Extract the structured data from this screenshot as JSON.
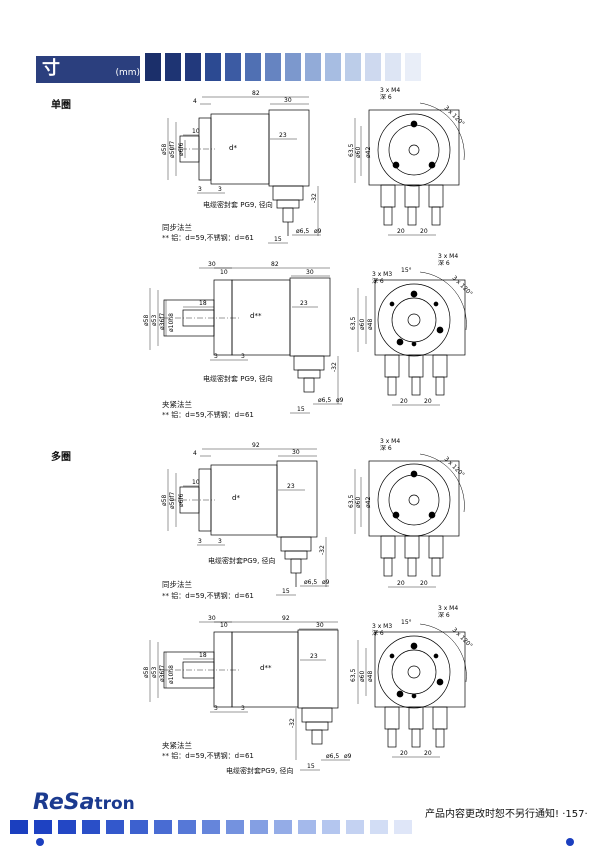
{
  "header": {
    "title": "机械尺寸",
    "unit": "(mm)",
    "bar_colors": [
      "#1b2f6a",
      "#1e3473",
      "#22397c",
      "#2c4a92",
      "#3c5ba3",
      "#5070b3",
      "#6684c1",
      "#7c98cd",
      "#92abd8",
      "#a7bde2",
      "#bccde9",
      "#ced9ef",
      "#dde5f4",
      "#e9eef8"
    ]
  },
  "sections": {
    "single": "单圈",
    "multi": "多圈"
  },
  "drawings": {
    "d1": {
      "dims": {
        "len82": "82",
        "len30": "30",
        "len4": "4",
        "len10": "10",
        "len23": "23",
        "len3a": "3",
        "len3b": "3",
        "len15": "15",
        "dia58": "ø58",
        "dia50f7": "ø50f7",
        "dia6f6": "ø6f6",
        "dstar": "d*",
        "m32": "-32",
        "dia65": "ø6,5",
        "dia9": "ø9"
      },
      "cable": "电缆密封套 PG9, 径向",
      "flange": "同步法兰",
      "note": "** 铝：d=59,不锈钢：d=61",
      "front": {
        "screws": "3 x M4",
        "depth": "深 6",
        "angle": "3 x 120°",
        "d60": "ø60",
        "d42": "ø42",
        "d635": "63,5",
        "w20a": "20",
        "w20b": "20"
      }
    },
    "d2": {
      "dims": {
        "len30": "30",
        "len82": "82",
        "len10": "10",
        "len30b": "30",
        "len18": "18",
        "len23": "23",
        "len3a": "3",
        "len3b": "3",
        "len15": "15",
        "dia58": "ø58",
        "dia53": "ø53",
        "dia36f7": "ø36f7",
        "dia10h8": "ø10h8",
        "dstar": "d**",
        "m32": "-32",
        "dia65": "ø6,5",
        "dia9": "ø9"
      },
      "cable": "电缆密封套 PG9, 径向",
      "flange": "夹紧法兰",
      "note": "** 铝：d=59,不锈钢：d=61",
      "front": {
        "screws_m3": "3 x M3",
        "depth_a": "深 6",
        "angle15": "15°",
        "screws_m4": "3 x M4",
        "depth_b": "深 6",
        "angle": "3 x 120°",
        "d60": "ø60",
        "d48": "ø48",
        "d635": "63,5",
        "w20a": "20",
        "w20b": "20"
      }
    },
    "d3": {
      "dims": {
        "len92": "92",
        "len30": "30",
        "len4": "4",
        "len10": "10",
        "len23": "23",
        "len3a": "3",
        "len3b": "3",
        "len15": "15",
        "dia58": "ø58",
        "dia50f7": "ø50f7",
        "dia6f6": "ø6f6",
        "dstar": "d*",
        "m32": "-32",
        "dia65": "ø6,5",
        "dia9": "ø9"
      },
      "cable": "电缆密封套PG9, 径向",
      "flange": "同步法兰",
      "note": "** 铝：d=59,不锈钢：d=61",
      "front": {
        "screws": "3 x M4",
        "depth": "深 6",
        "angle": "3 x 120°",
        "d60": "ø60",
        "d42": "ø42",
        "d635": "63,5",
        "w20a": "20",
        "w20b": "20"
      }
    },
    "d4": {
      "dims": {
        "len30": "30",
        "len92": "92",
        "len10": "10",
        "len30b": "30",
        "len18": "18",
        "len23": "23",
        "len3a": "3",
        "len3b": "3",
        "len15": "15",
        "dia58": "ø58",
        "dia53": "ø53",
        "dia36f7": "ø36f7",
        "dia10h8": "ø10h8",
        "dstar": "d**",
        "m32": "-32",
        "dia65": "ø6,5",
        "dia9": "ø9"
      },
      "cable": "电缆密封套PG9, 径向",
      "flange": "夹紧法兰",
      "note": "** 铝：d=59,不锈钢：d=61",
      "front": {
        "screws_m3": "3 x M3",
        "depth_a": "深 6",
        "angle15": "15°",
        "screws_m4": "3 x M4",
        "depth_b": "深 6",
        "angle": "3 x 120°",
        "d60": "ø60",
        "d48": "ø48",
        "d635": "63,5",
        "w20a": "20",
        "w20b": "20"
      }
    }
  },
  "footer": {
    "logo_re": "ReSa",
    "logo_tron": "tron",
    "notice": "产品内容更改时恕不另行通知!",
    "page": "·157·",
    "bar_colors": [
      "#1b3fbf",
      "#1e42c2",
      "#2347c5",
      "#2a4fc8",
      "#3358cc",
      "#3d61cf",
      "#496cd3",
      "#5678d7",
      "#6585db",
      "#7492df",
      "#849fe3",
      "#94ace7",
      "#a4b9eb",
      "#b4c6ef",
      "#c4d2f2",
      "#d2ddf5",
      "#dfe6f8"
    ]
  }
}
